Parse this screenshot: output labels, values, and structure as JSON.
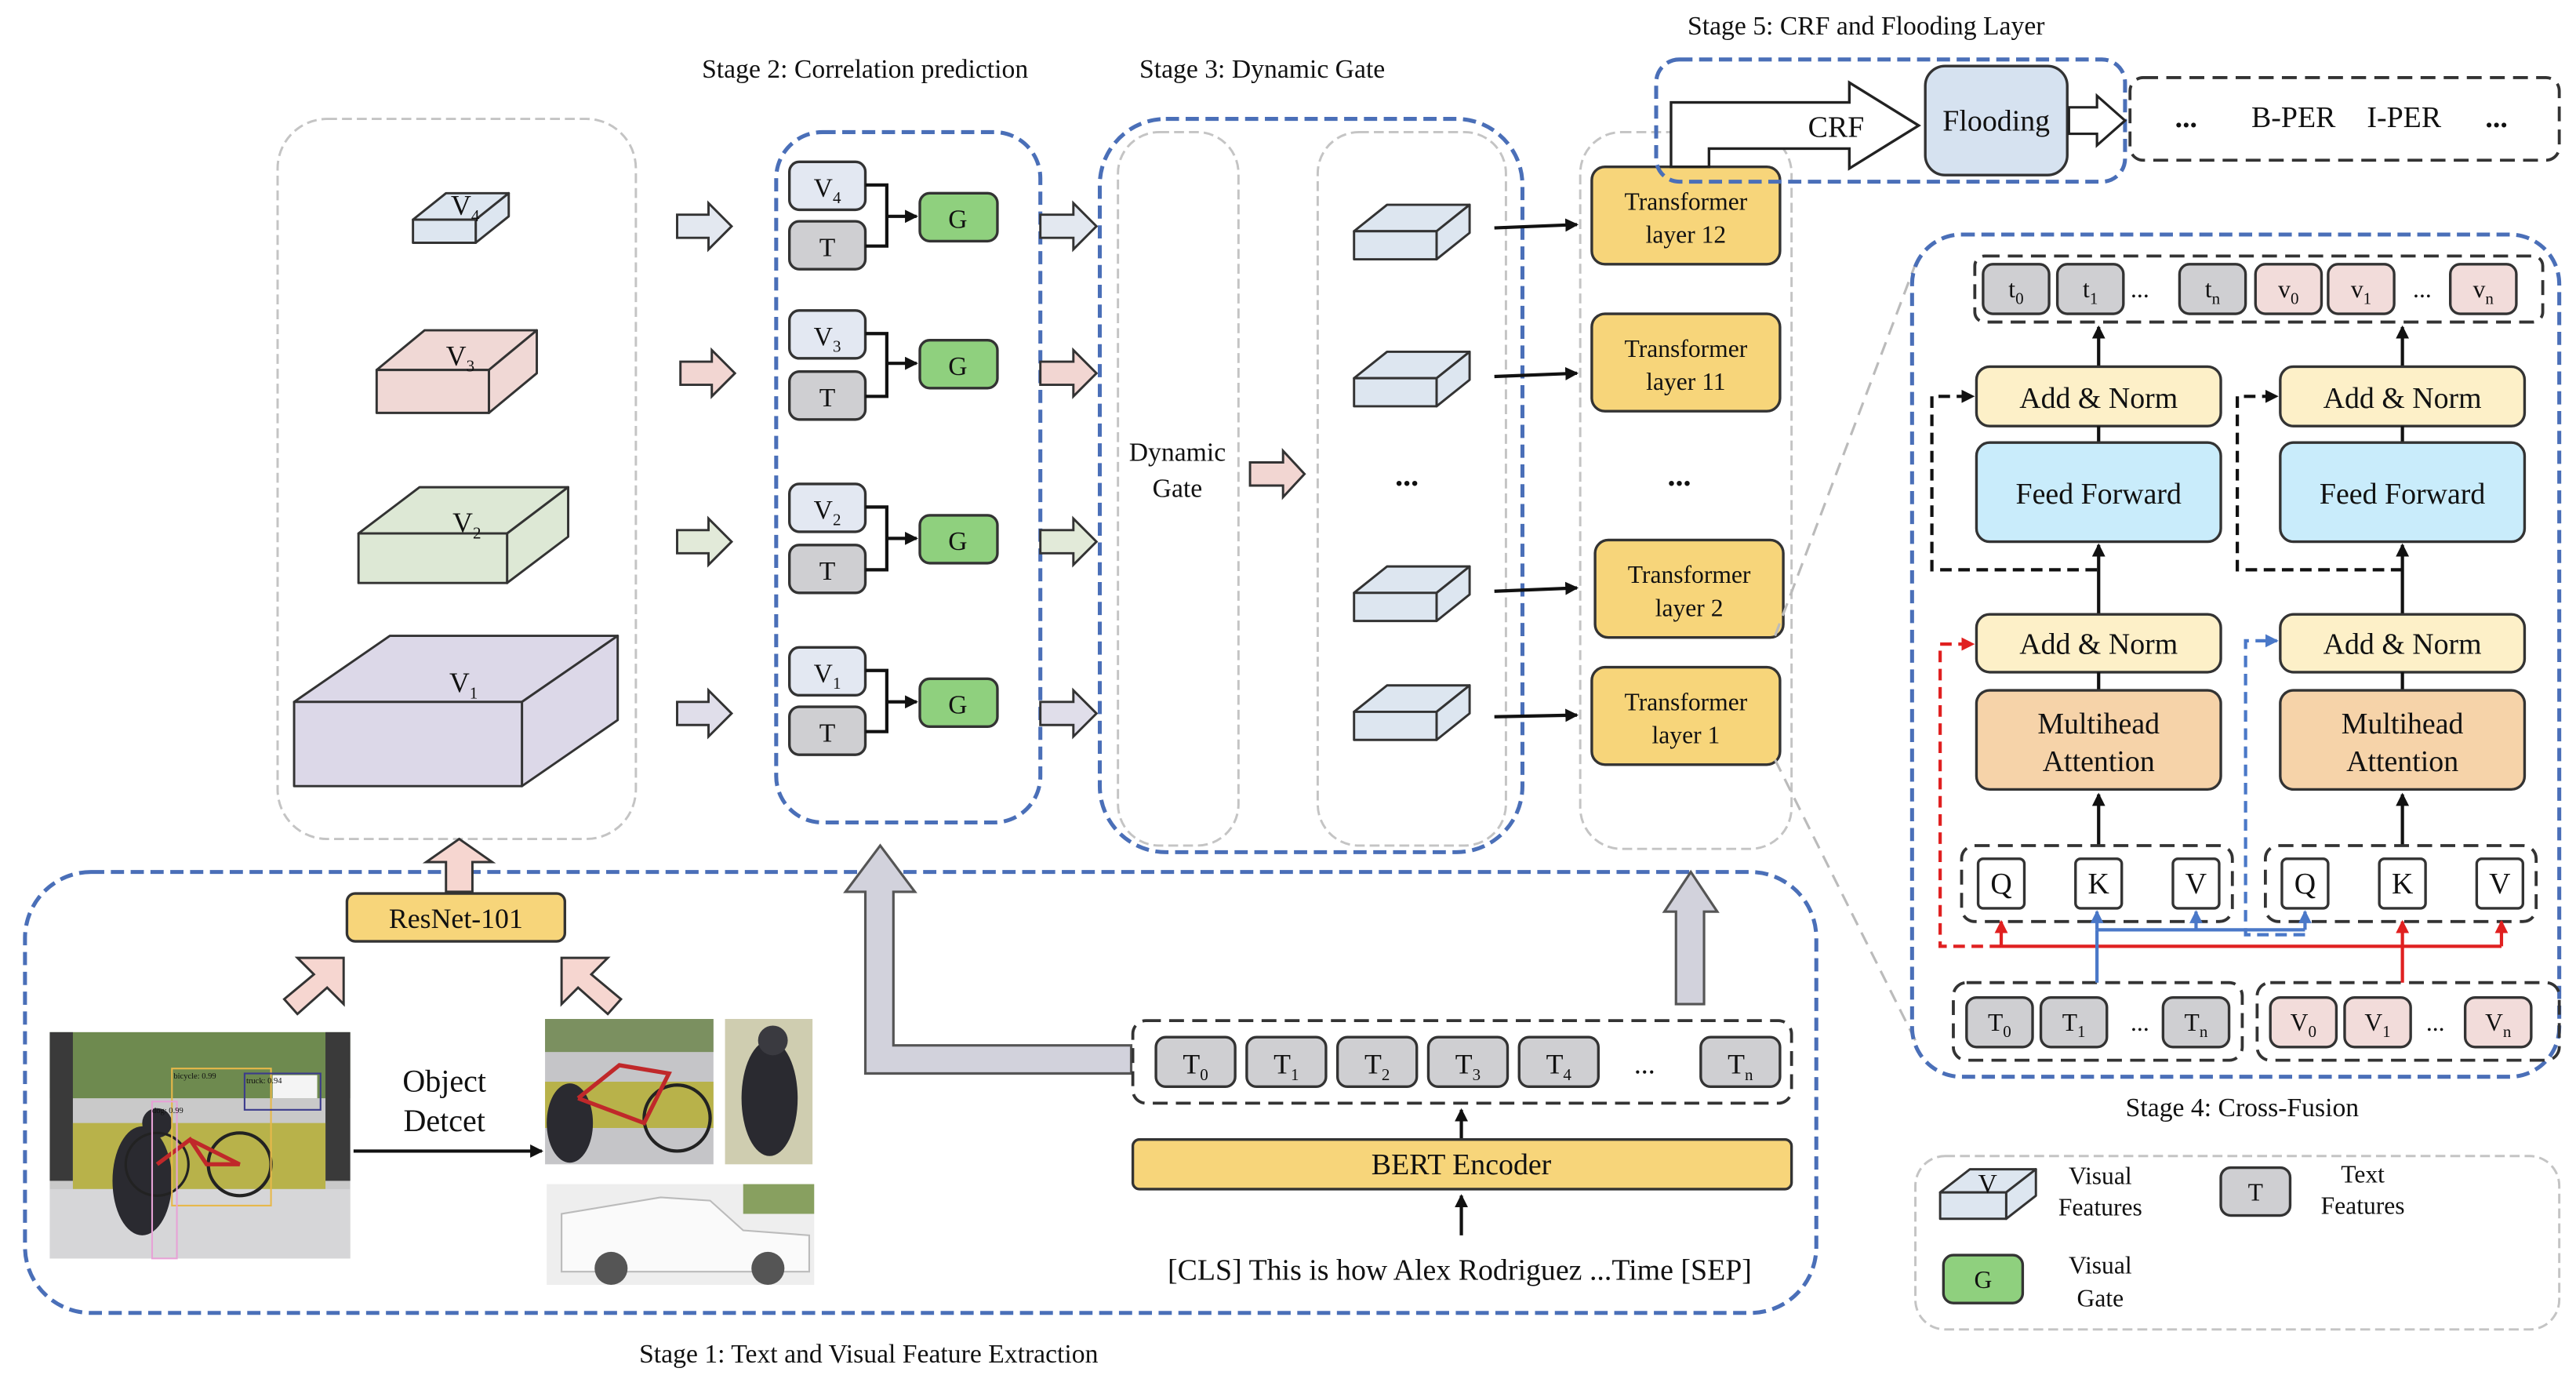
{
  "stages": {
    "stage1": "Stage 1: Text and Visual Feature Extraction",
    "stage2": "Stage 2: Correlation prediction",
    "stage3": "Stage 3: Dynamic Gate",
    "stage4": "Stage 4: Cross-Fusion",
    "stage5": "Stage 5: CRF and Flooding Layer"
  },
  "visual_features": [
    {
      "main": "V",
      "sub": "4"
    },
    {
      "main": "V",
      "sub": "3"
    },
    {
      "main": "V",
      "sub": "2"
    },
    {
      "main": "V",
      "sub": "1"
    }
  ],
  "correlation": {
    "rows": [
      {
        "v": {
          "main": "V",
          "sub": "4"
        },
        "t": "T",
        "g": "G"
      },
      {
        "v": {
          "main": "V",
          "sub": "3"
        },
        "t": "T",
        "g": "G"
      },
      {
        "v": {
          "main": "V",
          "sub": "2"
        },
        "t": "T",
        "g": "G"
      },
      {
        "v": {
          "main": "V",
          "sub": "1"
        },
        "t": "T",
        "g": "G"
      }
    ]
  },
  "dynamic_gate": {
    "line1": "Dynamic",
    "line2": "Gate",
    "ellipsis": "..."
  },
  "transformer": {
    "layers": [
      {
        "line1": "Transformer",
        "line2": "layer 12"
      },
      {
        "line1": "Transformer",
        "line2": "layer 11"
      },
      {
        "line1": "Transformer",
        "line2": "layer 2"
      },
      {
        "line1": "Transformer",
        "line2": "layer 1"
      }
    ],
    "ellipsis": "..."
  },
  "stage5": {
    "crf": "CRF",
    "flooding": "Flooding",
    "output": [
      "...",
      "B-PER",
      "I-PER",
      "..."
    ]
  },
  "cross_fusion": {
    "fused_tokens": [
      {
        "main": "t",
        "sub": "0"
      },
      {
        "main": "t",
        "sub": "1"
      },
      {
        "main": "...",
        "sub": ""
      },
      {
        "main": "t",
        "sub": "n"
      },
      {
        "main": "v",
        "sub": "0"
      },
      {
        "main": "v",
        "sub": "1"
      },
      {
        "main": "...",
        "sub": ""
      },
      {
        "main": "v",
        "sub": "n"
      }
    ],
    "add_norm": "Add & Norm",
    "feed_forward": "Feed Forward",
    "multihead_line1": "Multihead",
    "multihead_line2": "Attention",
    "qkv": [
      "Q",
      "K",
      "V"
    ],
    "text_tokens": [
      {
        "main": "T",
        "sub": "0"
      },
      {
        "main": "T",
        "sub": "1"
      },
      {
        "main": "...",
        "sub": ""
      },
      {
        "main": "T",
        "sub": "n"
      }
    ],
    "visual_tokens": [
      {
        "main": "V",
        "sub": "0"
      },
      {
        "main": "V",
        "sub": "1"
      },
      {
        "main": "...",
        "sub": ""
      },
      {
        "main": "V",
        "sub": "n"
      }
    ]
  },
  "stage1": {
    "resnet": "ResNet-101",
    "object_detect_line1": "Object",
    "object_detect_line2": "Detcet",
    "detections": [
      "bicycle: 0.99",
      "truck: 0.94",
      "dog: 0.99"
    ],
    "bert_tokens": [
      {
        "main": "T",
        "sub": "0"
      },
      {
        "main": "T",
        "sub": "1"
      },
      {
        "main": "T",
        "sub": "2"
      },
      {
        "main": "T",
        "sub": "3"
      },
      {
        "main": "T",
        "sub": "4"
      },
      {
        "main": "...",
        "sub": ""
      },
      {
        "main": "T",
        "sub": "n"
      }
    ],
    "bert_encoder": "BERT Encoder",
    "input_text": "[CLS] This is how Alex Rodriguez ...Time [SEP]"
  },
  "legend": {
    "visual_icon": "V",
    "visual_line1": "Visual",
    "visual_line2": "Features",
    "text_icon": "T",
    "text_line1": "Text",
    "text_line2": "Features",
    "gate_icon": "G",
    "gate_line1": "Visual",
    "gate_line2": "Gate"
  },
  "colors": {
    "panel_blue_dash": "#4a6fb8",
    "transformer_fill": "#f7d57a",
    "gate_fill": "#8fd07e",
    "text_token_fill": "#cfcfd2",
    "visual_token_fill": "#f2dcda",
    "flooding_fill": "#d6e2f0",
    "feed_forward_fill": "#c9ecfb",
    "multihead_fill": "#f6d3a9",
    "add_norm_fill": "#fdf0c8",
    "red_connection": "#e02020",
    "blue_connection": "#4a78c8"
  }
}
